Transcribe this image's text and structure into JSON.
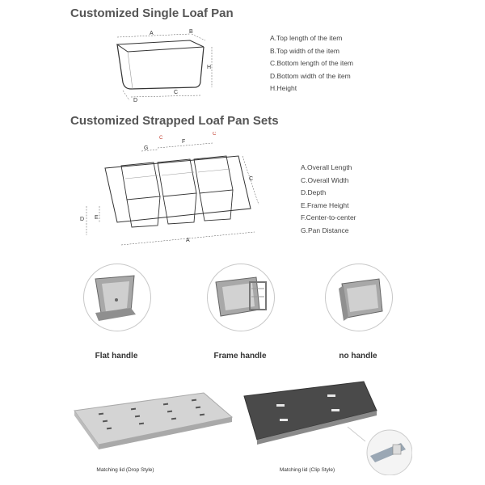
{
  "single": {
    "title": "Customized Single Loaf Pan",
    "dims": {
      "a": "A",
      "b": "B",
      "c": "C",
      "d": "D",
      "h": "H"
    },
    "legend": [
      "A.Top length of the item",
      "B.Top width of the item",
      "C.Bottom length of the item",
      "D.Bottom width of the item",
      "H.Height"
    ]
  },
  "sets": {
    "title": "Customized Strapped Loaf Pan Sets",
    "dims": {
      "a": "A",
      "c": "C",
      "d": "D",
      "e": "E",
      "f": "F",
      "g": "G"
    },
    "legend": [
      "A.Overall Length",
      "C.Overall Width",
      "D.Depth",
      "E.Frame Height",
      "F.Center-to-center",
      "G.Pan Distance"
    ]
  },
  "handles": [
    {
      "label": "Flat handle"
    },
    {
      "label": "Frame handle"
    },
    {
      "label": "no handle"
    }
  ],
  "lids": [
    {
      "label": "Matching lid (Drop Style)"
    },
    {
      "label": "Matching lid (Clip Style)"
    }
  ],
  "colors": {
    "accent": "#c0392b",
    "line": "#555555",
    "metal": "#b9b9b9"
  }
}
